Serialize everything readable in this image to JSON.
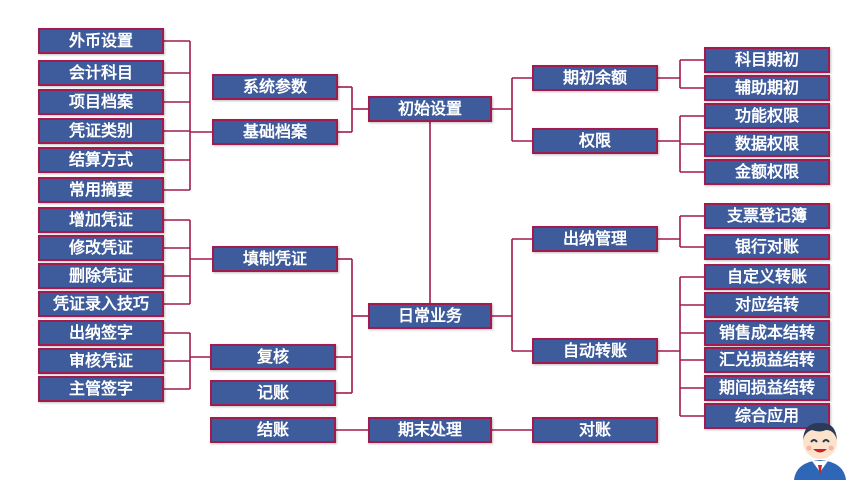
{
  "colors": {
    "box_fill": "#3e5b9c",
    "box_border": "#a21a4e",
    "line": "#a21a4e",
    "text": "#ffffff"
  },
  "mascot_icon": "smiling-boy-mascot",
  "nodes": {
    "chushi": "初始设置",
    "richang": "日常业务",
    "qimo": "期末处理",
    "xitong": "系统参数",
    "jichu": "基础档案",
    "waibi": "外币设置",
    "kuaiji": "会计科目",
    "xiangmu": "项目档案",
    "pzlb": "凭证类别",
    "jiesuan": "结算方式",
    "changyong": "常用摘要",
    "qichu": "期初余额",
    "kemu_qc": "科目期初",
    "fuzhu_qc": "辅助期初",
    "quanxian": "权限",
    "gongneng": "功能权限",
    "shuju": "数据权限",
    "jine": "金额权限",
    "tianzhi": "填制凭证",
    "zengjia": "增加凭证",
    "xiugai": "修改凭证",
    "shanchu": "删除凭证",
    "luru": "凭证录入技巧",
    "fuhe": "复核",
    "chuna_qz": "出纳签字",
    "shenhe": "审核凭证",
    "zhuguan": "主管签字",
    "jizhang": "记账",
    "chuna_gl": "出纳管理",
    "zhipiao": "支票登记簿",
    "yinhang": "银行对账",
    "zidong": "自动转账",
    "zdy": "自定义转账",
    "duiying": "对应结转",
    "xiaoshou": "销售成本结转",
    "huidui": "汇兑损益结转",
    "qijian": "期间损益结转",
    "zonghe": "综合应用",
    "jiezhang": "结账",
    "duizhang": "对账"
  }
}
